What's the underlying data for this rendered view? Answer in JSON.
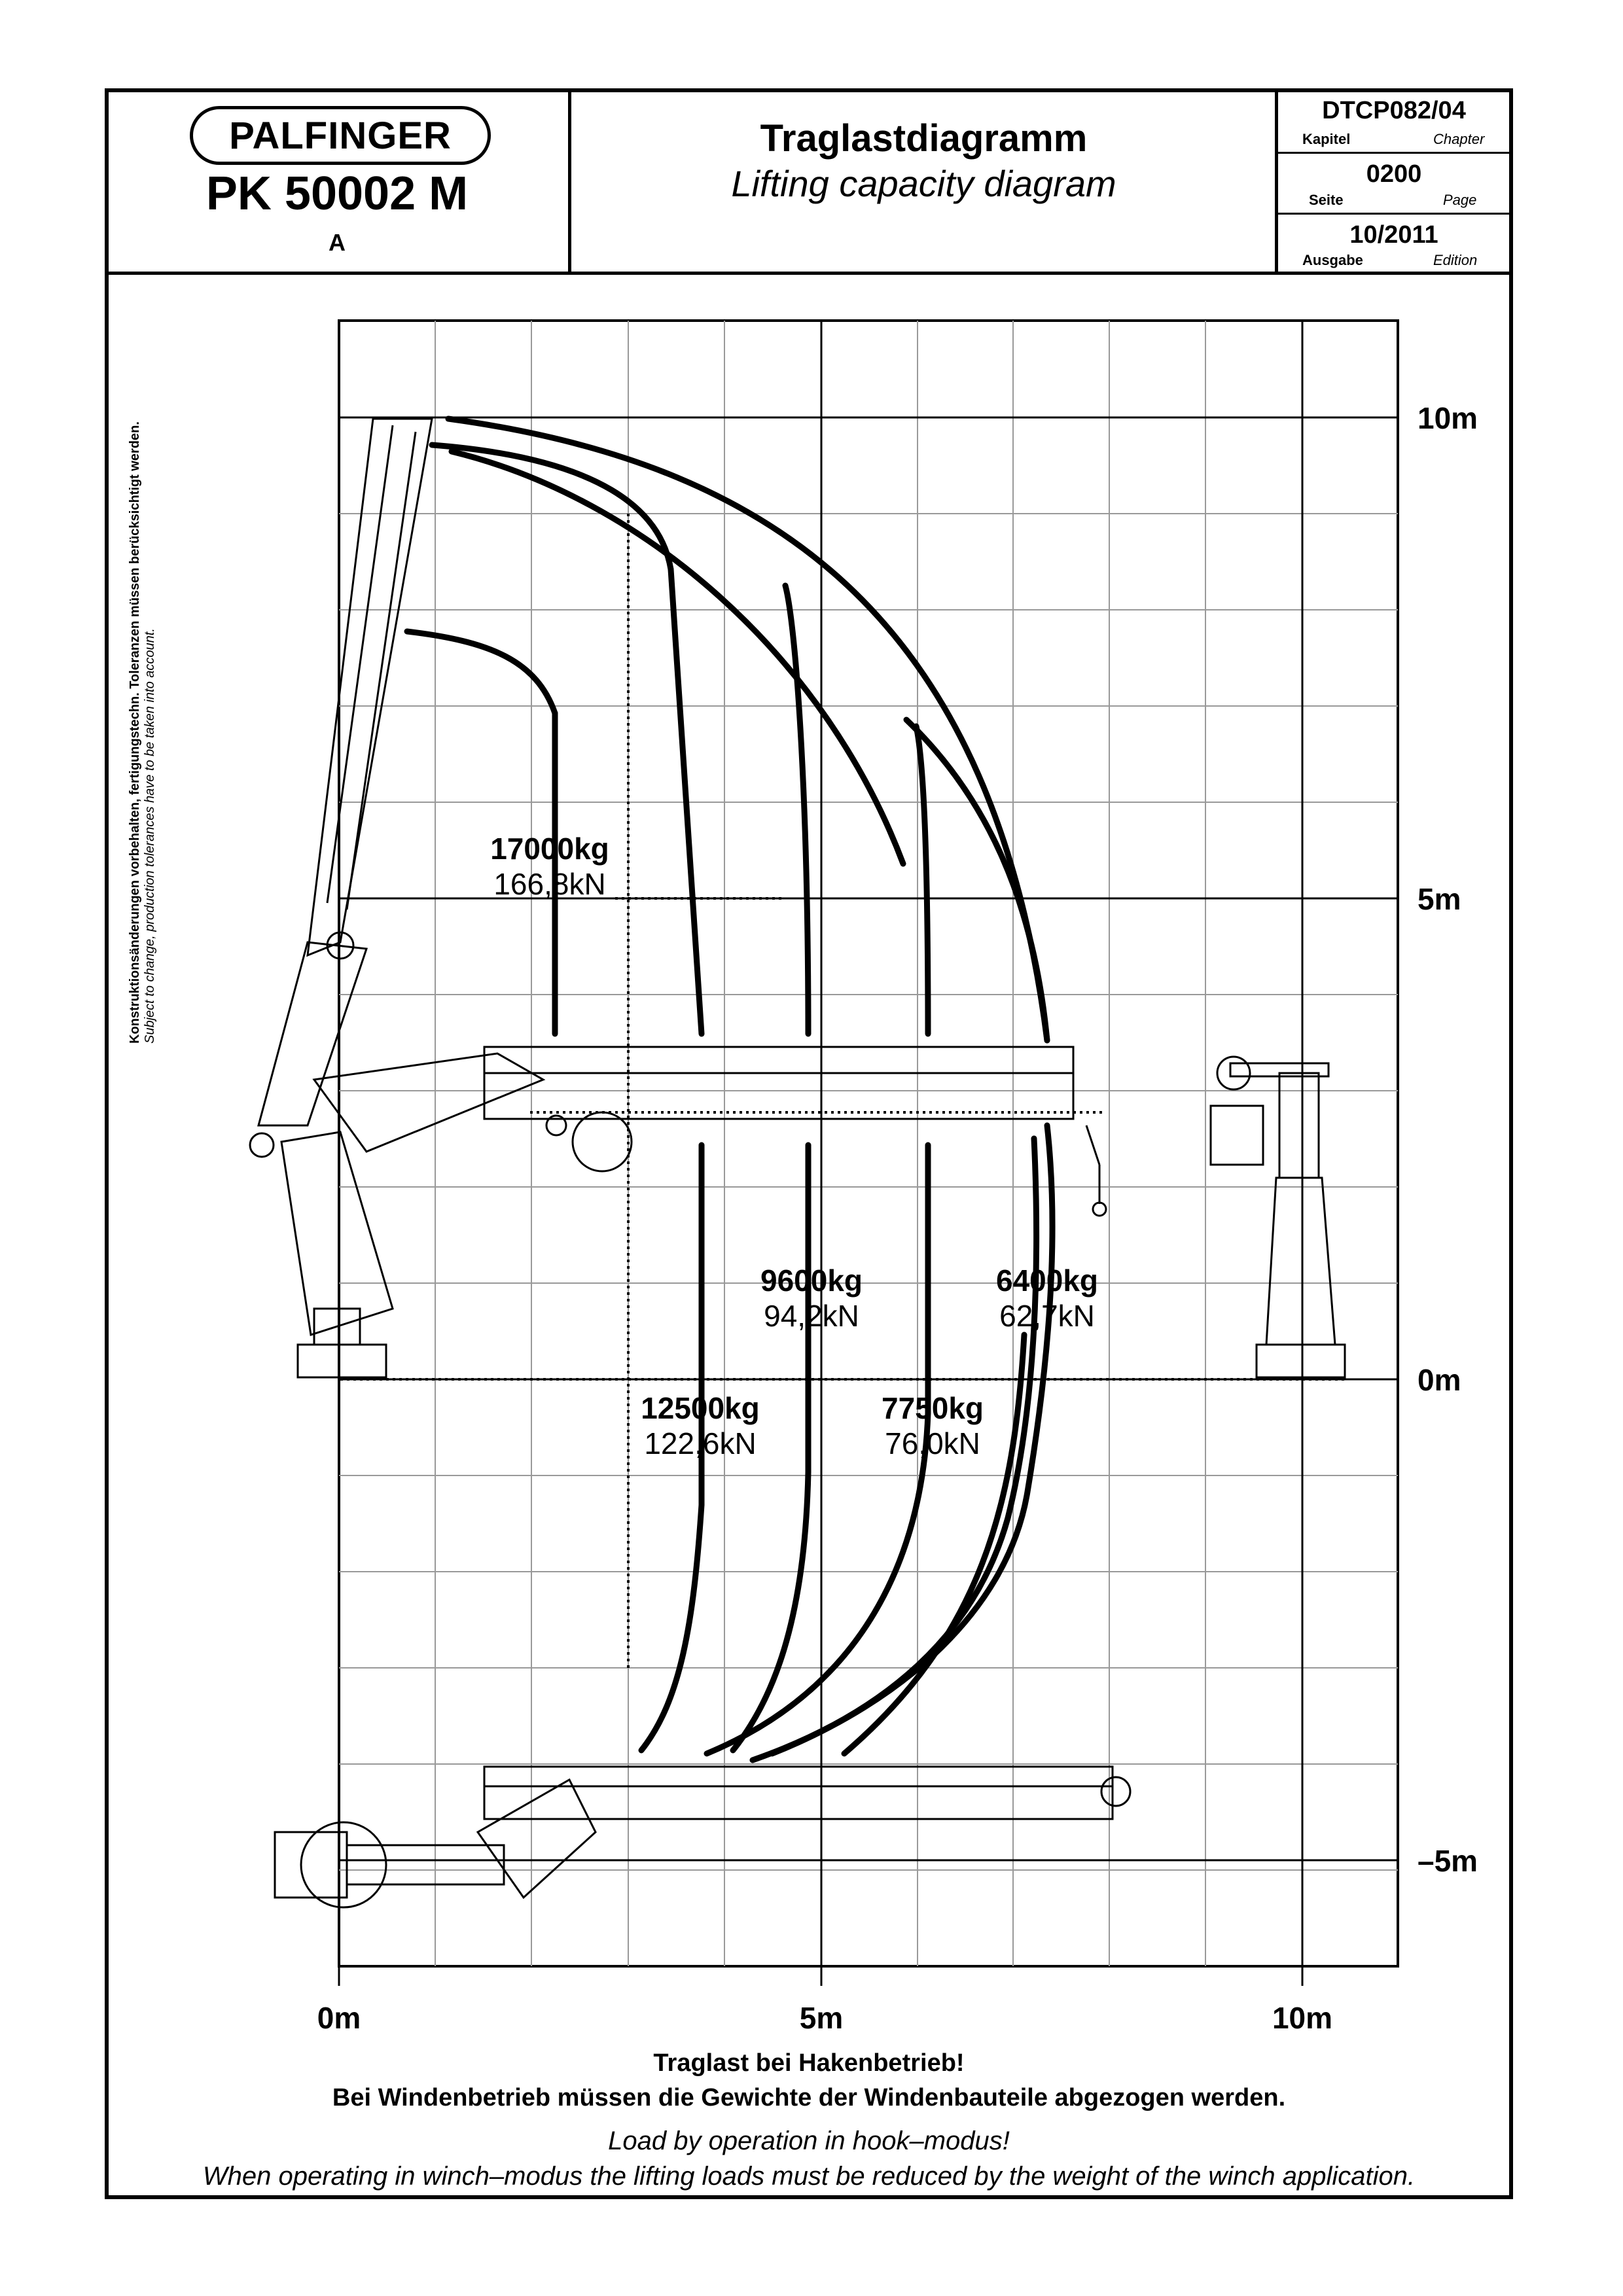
{
  "header": {
    "logo": "PALFINGER",
    "model": "PK 50002 M",
    "variant": "A",
    "title_de": "Traglastdiagramm",
    "title_en": "Lifting capacity diagram",
    "chapter": {
      "value": "DTCP082/04",
      "label_de": "Kapitel",
      "label_en": "Chapter"
    },
    "page": {
      "value": "0200",
      "label_de": "Seite",
      "label_en": "Page"
    },
    "edition": {
      "value": "10/2011",
      "label_de": "Ausgabe",
      "label_en": "Edition"
    }
  },
  "side_note": {
    "de": "Konstruktionsänderungen vorbehalten, fertigungstechn. Toleranzen müssen berücksichtigt werden.",
    "en": "Subject to change, production tolerances have to be taken into account."
  },
  "diagram": {
    "y_axis_labels": [
      "10m",
      "5m",
      "0m",
      "–5m"
    ],
    "x_axis_labels": [
      "0m",
      "5m",
      "10m"
    ],
    "loads": [
      {
        "kg": "17000kg",
        "kn": "166,8kN"
      },
      {
        "kg": "12500kg",
        "kn": "122,6kN"
      },
      {
        "kg": "9600kg",
        "kn": "94,2kN"
      },
      {
        "kg": "7750kg",
        "kn": "76,0kN"
      },
      {
        "kg": "6400kg",
        "kn": "62,7kN"
      }
    ]
  },
  "footer": {
    "de_line1": "Traglast bei Hakenbetrieb!",
    "de_line2": "Bei Windenbetrieb müssen die Gewichte der Windenbauteile abgezogen werden.",
    "en_line1": "Load by operation in hook–modus!",
    "en_line2": "When operating in winch–modus the lifting loads must be reduced by the weight of the winch application."
  }
}
